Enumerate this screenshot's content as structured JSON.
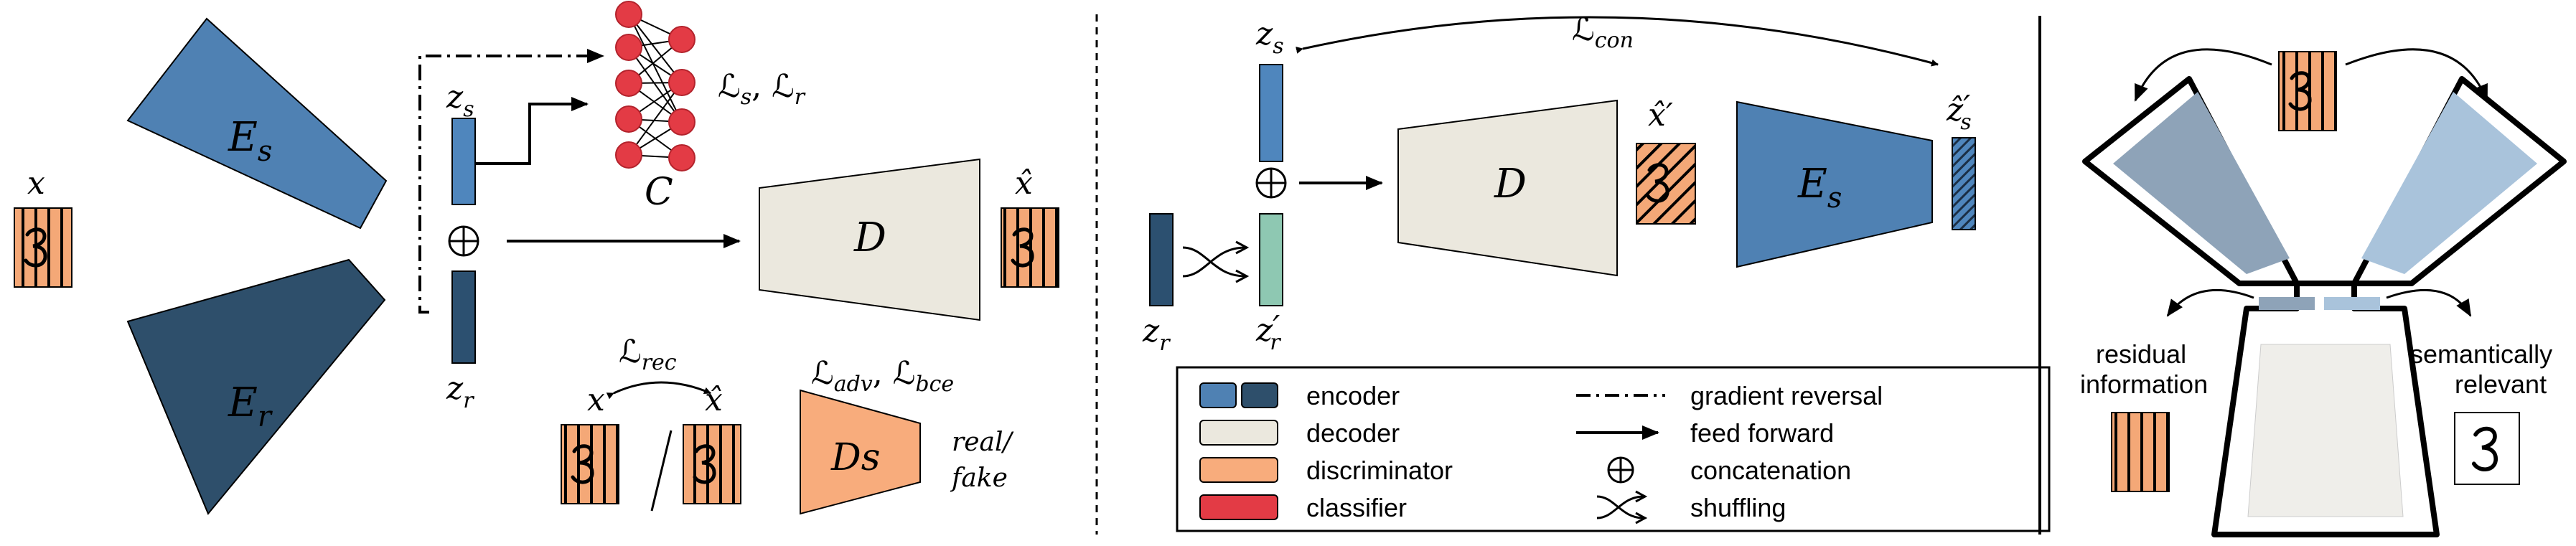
{
  "panel1": {
    "x_label": "x",
    "es_label": "E",
    "es_sub": "s",
    "er_label": "E",
    "er_sub": "r",
    "zs_label": "z",
    "zs_sub": "s",
    "zr_label": "z",
    "zr_sub": "r",
    "classifier_label": "C",
    "loss_sr": "ℒ",
    "loss_s_sub": "s",
    "loss_sep": ", ℒ",
    "loss_r_sub": "r",
    "decoder_label": "D",
    "xhat_label": "x̂",
    "rec_loss": "ℒ",
    "rec_sub": "rec",
    "rec_x": "x",
    "rec_xhat": "x̂",
    "ds_label": "Ds",
    "adv_loss": "ℒ",
    "adv_sub": "adv",
    "adv_sep": ", ℒ",
    "bce_sub": "bce",
    "real_label": "real/",
    "fake_label": "fake"
  },
  "panel2": {
    "zs_label": "z",
    "zs_sub": "s",
    "zr_label": "z",
    "zr_sub": "r",
    "zr_prime": "′",
    "con_loss": "ℒ",
    "con_sub": "con",
    "decoder_label": "D",
    "xhat_prime": "x̂′",
    "es_label": "E",
    "es_sub": "s",
    "zs_hat_prime": "ẑ",
    "zs_hat_sub": "s",
    "zs_hat_mark": "′"
  },
  "legend": {
    "items": [
      {
        "label": "encoder"
      },
      {
        "label": "decoder"
      },
      {
        "label": "discriminator"
      },
      {
        "label": "classifier"
      },
      {
        "label": "gradient reversal"
      },
      {
        "label": "feed forward"
      },
      {
        "label": "concatenation"
      },
      {
        "label": "shuffling"
      }
    ]
  },
  "panel3": {
    "residual_line1": "residual",
    "residual_line2": "information",
    "semantic_line1": "semantically",
    "semantic_line2": "relevant"
  },
  "colors": {
    "encoder_light": "#4f81b3",
    "encoder_dark": "#2e4f6b",
    "decoder": "#ebe8de",
    "discriminator": "#f8ac7c",
    "classifier": "#e33b45",
    "digit_bg": "#f4a877",
    "z_s": "#4f86bd",
    "z_r": "#2c5070",
    "z_r_prime": "#8ec8b2"
  },
  "icons": [
    "concatenation-icon",
    "shuffle-icon",
    "digit-three-image"
  ]
}
